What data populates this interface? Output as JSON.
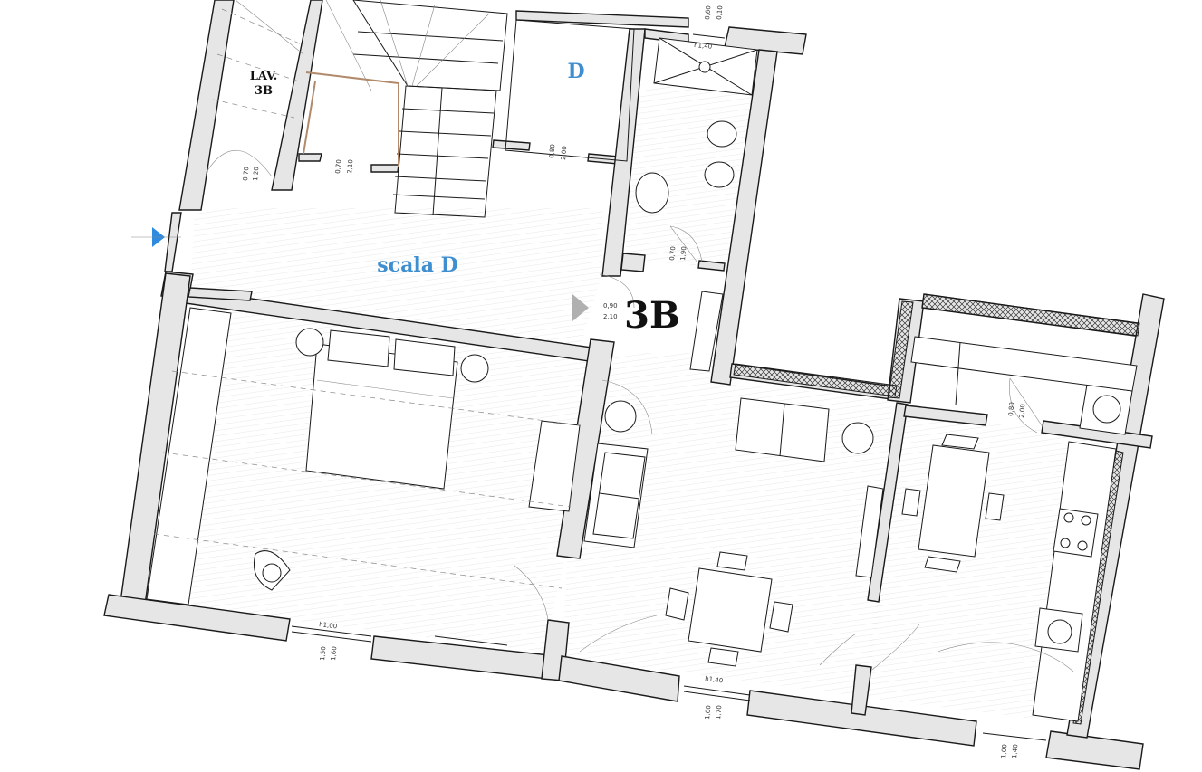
{
  "rooms": {
    "lav": {
      "line1": "LAV.",
      "line2": "3B"
    },
    "d": "D",
    "scala": "scala D",
    "unit": "3B"
  },
  "dimensions": {
    "top_window_a": "0,60",
    "top_window_b": "0,10",
    "shower_window": "h1,40",
    "lav_door_a": "0,70",
    "lav_door_b": "1,20",
    "stair_door_a": "0,70",
    "stair_door_b": "2,10",
    "d_door_a": "0,80",
    "d_door_b": "2,00",
    "bath_door_a": "0,70",
    "bath_door_b": "1,90",
    "entry_door_a": "0,90",
    "entry_door_b": "2,10",
    "kitchen_door_a": "0,80",
    "kitchen_door_b": "2,00",
    "bed_window": "h1,00",
    "bed_window_a": "1,50",
    "bed_window_b": "1,60",
    "living_window": "h1,40",
    "living_window_a": "1,00",
    "living_window_b": "1,70",
    "kitchen_window_a": "1,00",
    "kitchen_window_b": "1,40"
  },
  "colors": {
    "label_blue": "#3f8fd0",
    "wall_fill": "#e6e6e6",
    "entry_arrow": "#2f8be0"
  },
  "icons": [
    "entry-arrow-icon",
    "entry-door-arrow-icon"
  ]
}
